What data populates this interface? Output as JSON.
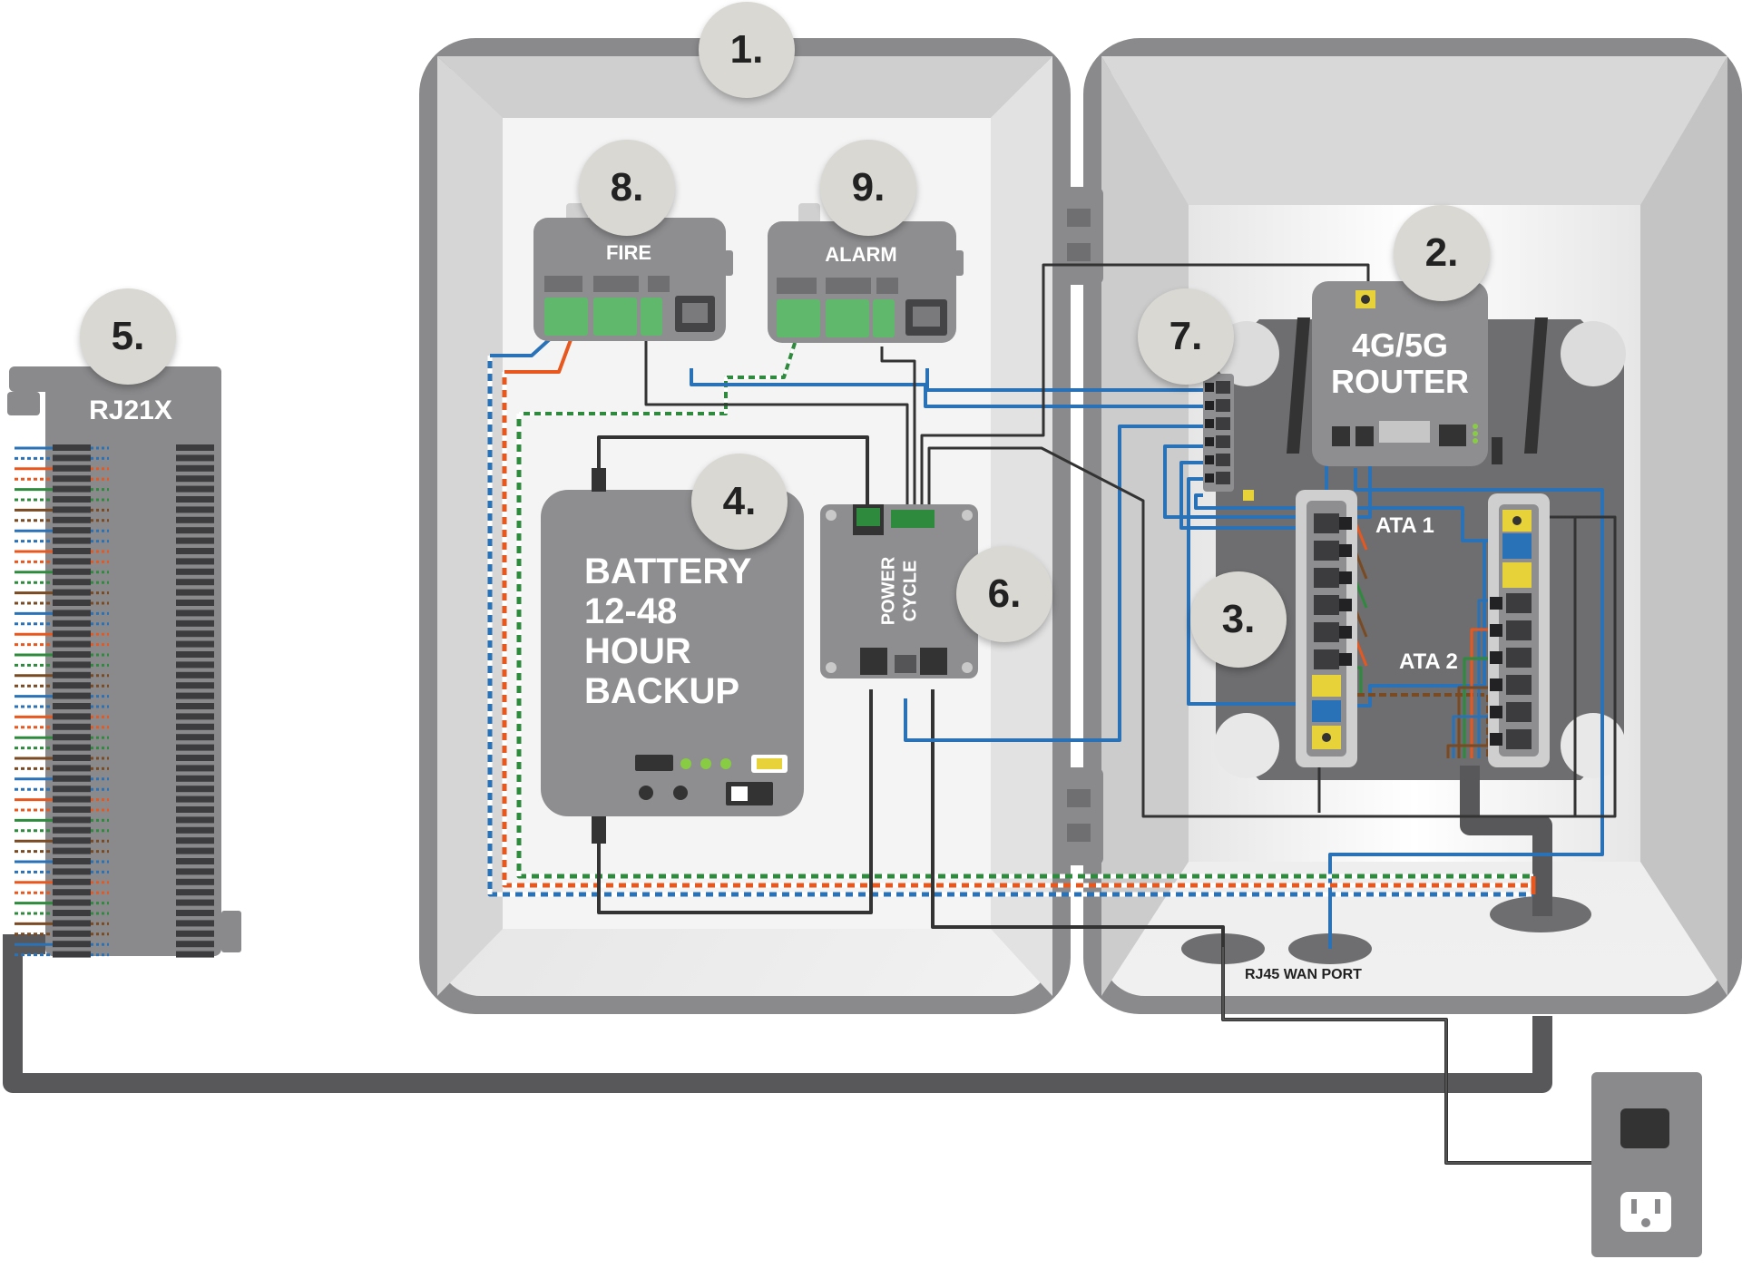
{
  "badges": {
    "b1": "1.",
    "b2": "2.",
    "b3": "3.",
    "b4": "4.",
    "b5": "5.",
    "b6": "6.",
    "b7": "7.",
    "b8": "8.",
    "b9": "9."
  },
  "labels": {
    "fire": "FIRE",
    "alarm": "ALARM",
    "router_line1": "4G/5G",
    "router_line2": "ROUTER",
    "rj21x": "RJ21X",
    "battery_line1": "BATTERY",
    "battery_line2": "12-48",
    "battery_line3": "HOUR",
    "battery_line4": "BACKUP",
    "power_line1": "POWER",
    "power_line2": "CYCLE",
    "ata1": "ATA 1",
    "ata2": "ATA 2",
    "wan_port": "RJ45 WAN PORT"
  },
  "colors": {
    "enclosure": "#8a8a8c",
    "device": "#8e8e90",
    "terminal_green": "#5fb86c",
    "wire_blue": "#2a72b8",
    "wire_orange": "#e8571e",
    "wire_green": "#2e8b3e",
    "wire_brown": "#7a4a22",
    "wire_black": "#333333",
    "badge": "#d9d8d3",
    "accent_yellow": "#e8d23a"
  }
}
